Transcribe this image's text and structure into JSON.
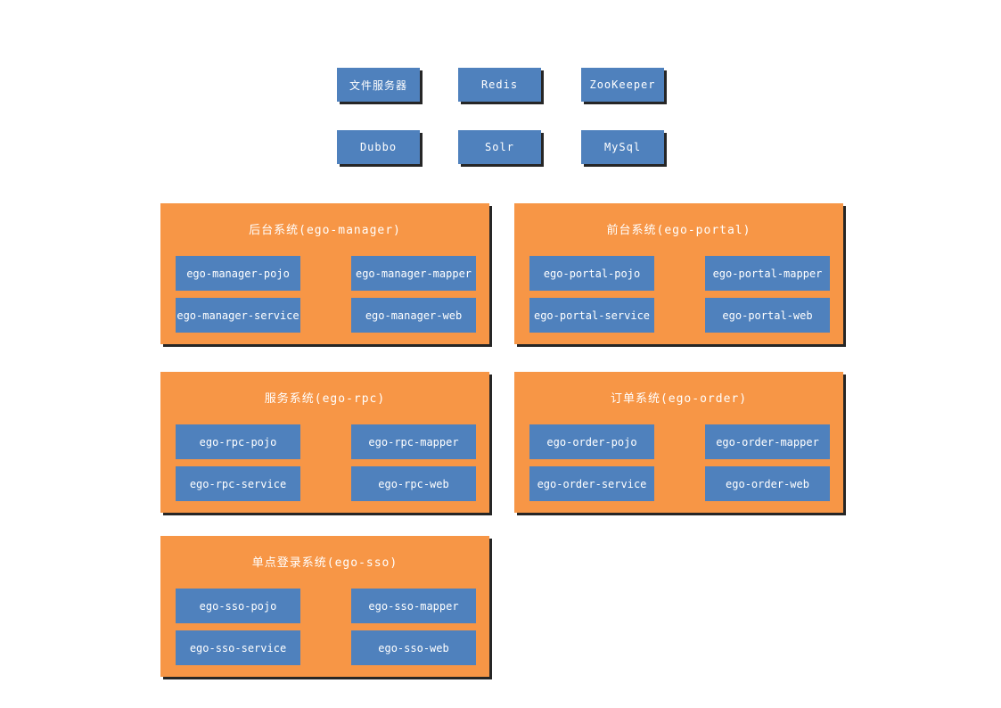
{
  "colors": {
    "box_blue": "#4f81bd",
    "panel_orange": "#f79646",
    "text_white": "#ffffff",
    "shadow_black": "rgba(0,0,0,0.85)",
    "background": "#ffffff"
  },
  "infra": {
    "row1": [
      {
        "label": "文件服务器"
      },
      {
        "label": "Redis"
      },
      {
        "label": "ZooKeeper"
      }
    ],
    "row2": [
      {
        "label": "Dubbo"
      },
      {
        "label": "Solr"
      },
      {
        "label": "MySql"
      }
    ]
  },
  "systems": [
    {
      "title": "后台系统(ego-manager)",
      "modules": [
        "ego-manager-pojo",
        "ego-manager-mapper",
        "ego-manager-service",
        "ego-manager-web"
      ]
    },
    {
      "title": "前台系统(ego-portal)",
      "modules": [
        "ego-portal-pojo",
        "ego-portal-mapper",
        "ego-portal-service",
        "ego-portal-web"
      ]
    },
    {
      "title": "服务系统(ego-rpc)",
      "modules": [
        "ego-rpc-pojo",
        "ego-rpc-mapper",
        "ego-rpc-service",
        "ego-rpc-web"
      ]
    },
    {
      "title": "订单系统(ego-order)",
      "modules": [
        "ego-order-pojo",
        "ego-order-mapper",
        "ego-order-service",
        "ego-order-web"
      ]
    },
    {
      "title": "单点登录系统(ego-sso)",
      "modules": [
        "ego-sso-pojo",
        "ego-sso-mapper",
        "ego-sso-service",
        "ego-sso-web"
      ]
    }
  ]
}
